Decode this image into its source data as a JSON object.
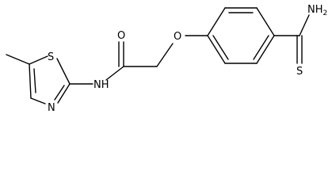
{
  "atoms": {
    "ring_sulfur": "S",
    "ring_nitrogen": "N",
    "amide_nh": "NH",
    "carbonyl_oxygen": "O",
    "ether_oxygen": "O",
    "thioamide_nh2": "NH",
    "thioamide_nh2_subscript": "2",
    "thione_sulfur": "S"
  }
}
